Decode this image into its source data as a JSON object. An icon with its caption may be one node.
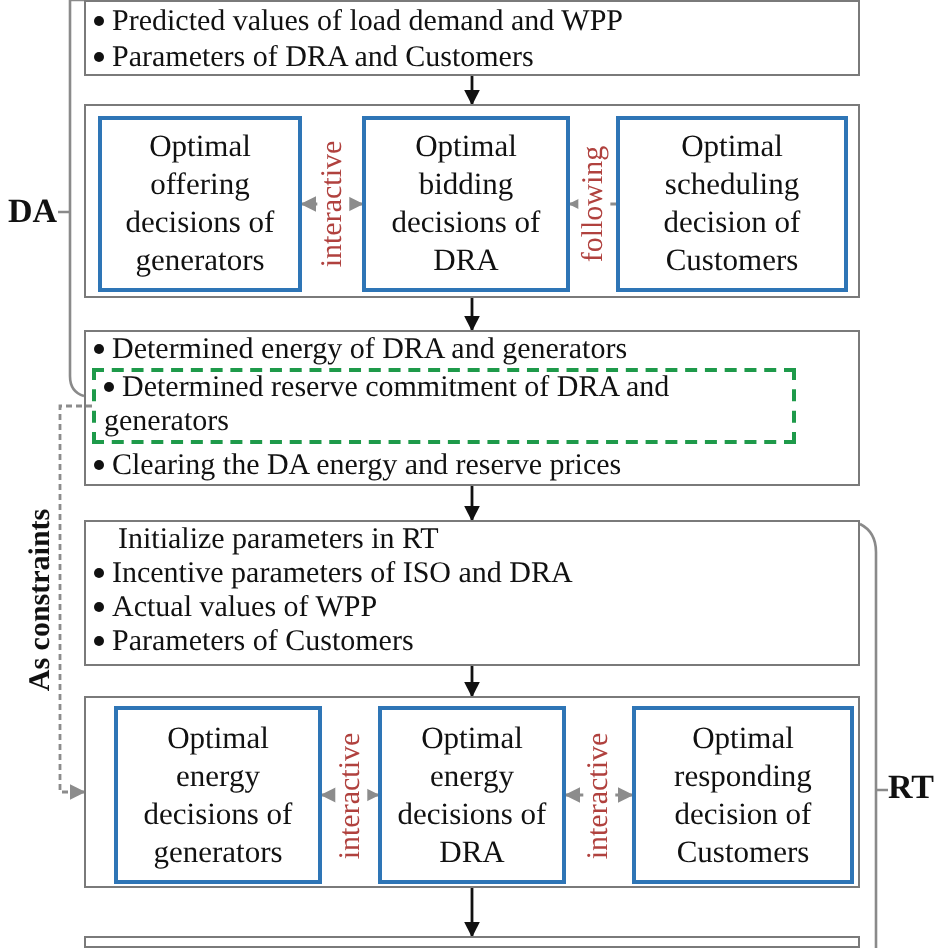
{
  "diagram": {
    "nodes": [
      {
        "text": [
          "Predicted values of load demand and WPP",
          "Parameters of DRA and Customers"
        ]
      },
      {
        "text": [],
        "shape": "box"
      },
      {
        "text": [
          "Optimal offering decisions of generators"
        ],
        "in": 1
      },
      {
        "text": [
          "Optimal bidding decisions of DRA"
        ],
        "in": 1
      },
      {
        "text": [
          "Optimal scheduling decision of Customers"
        ],
        "in": 1
      },
      {
        "text": [
          "Determined energy of DRA and generators",
          "Clearing the DA energy and reserve prices"
        ]
      },
      {
        "text": [
          "Determined reserve commitment of DRA and generators"
        ],
        "in": 5
      },
      {
        "text": [
          "Initialize parameters in RT",
          "Incentive parameters of ISO and DRA",
          "Actual values of WPP",
          "Parameters of Customers"
        ]
      },
      {
        "text": [],
        "shape": "box"
      },
      {
        "text": [
          "Optimal energy decisions of generators"
        ],
        "in": 8
      },
      {
        "text": [
          "Optimal energy decisions of DRA"
        ],
        "in": 8
      },
      {
        "text": [
          "Optimal responding decision of Customers"
        ],
        "in": 8
      },
      {
        "text": [],
        "shape": "box"
      }
    ],
    "edges": [
      {
        "from": 0,
        "to": 1,
        "arrow": "to"
      },
      {
        "from": 1,
        "to": 5,
        "arrow": "to"
      },
      {
        "from": 5,
        "to": 7,
        "arrow": "to"
      },
      {
        "from": 7,
        "to": 8,
        "arrow": "to"
      },
      {
        "from": 8,
        "to": 12,
        "arrow": "to"
      },
      {
        "from": 2,
        "to": 3,
        "arrow": "both",
        "label": "interactive",
        "color": "#8c8c8c"
      },
      {
        "from": 4,
        "to": 3,
        "arrow": "to",
        "label": "following",
        "color": "#8c8c8c"
      },
      {
        "from": 9,
        "to": 10,
        "arrow": "both",
        "label": "interactive",
        "color": "#8c8c8c"
      },
      {
        "from": 10,
        "to": 11,
        "arrow": "both",
        "label": "interactive",
        "color": "#8c8c8c"
      },
      {
        "from": 6,
        "to": 8,
        "arrow": "to",
        "label": "As constraints",
        "style": "dashed",
        "color": "#8c8c8c"
      }
    ],
    "labels": [
      "DA",
      "RT"
    ]
  }
}
